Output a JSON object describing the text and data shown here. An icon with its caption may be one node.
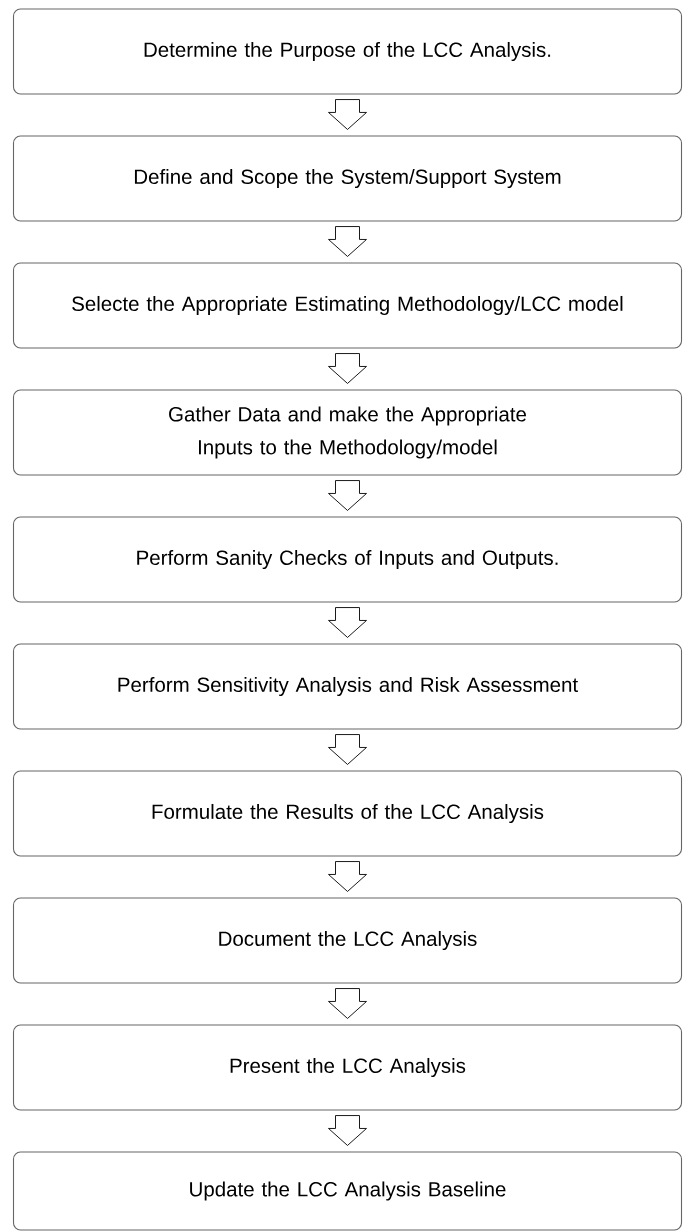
{
  "diagram": {
    "nodes": [
      {
        "text": [
          "Determine the Purpose of the LCC Analysis."
        ]
      },
      {
        "text": [
          "Define and Scope the System/Support System"
        ]
      },
      {
        "text": [
          "Selecte the Appropriate Estimating Methodology/LCC model"
        ]
      },
      {
        "text": [
          "Gather Data and make the Appropriate Inputs to the Methodology/model"
        ]
      },
      {
        "text": [
          "Perform Sanity Checks of Inputs and Outputs."
        ]
      },
      {
        "text": [
          "Perform Sensitivity Analysis and Risk Assessment"
        ]
      },
      {
        "text": [
          "Formulate the Results of the LCC Analysis"
        ]
      },
      {
        "text": [
          "Document the LCC Analysis"
        ]
      },
      {
        "text": [
          "Present the LCC Analysis"
        ]
      },
      {
        "text": [
          "Update the LCC Analysis Baseline"
        ]
      }
    ],
    "edges": [
      {
        "from": 0,
        "to": 1,
        "arrow": "to"
      },
      {
        "from": 1,
        "to": 2,
        "arrow": "to"
      },
      {
        "from": 2,
        "to": 3,
        "arrow": "to"
      },
      {
        "from": 3,
        "to": 4,
        "arrow": "to"
      },
      {
        "from": 4,
        "to": 5,
        "arrow": "to"
      },
      {
        "from": 5,
        "to": 6,
        "arrow": "to"
      },
      {
        "from": 6,
        "to": 7,
        "arrow": "to"
      },
      {
        "from": 7,
        "to": 8,
        "arrow": "to"
      },
      {
        "from": 8,
        "to": 9,
        "arrow": "to"
      }
    ]
  }
}
